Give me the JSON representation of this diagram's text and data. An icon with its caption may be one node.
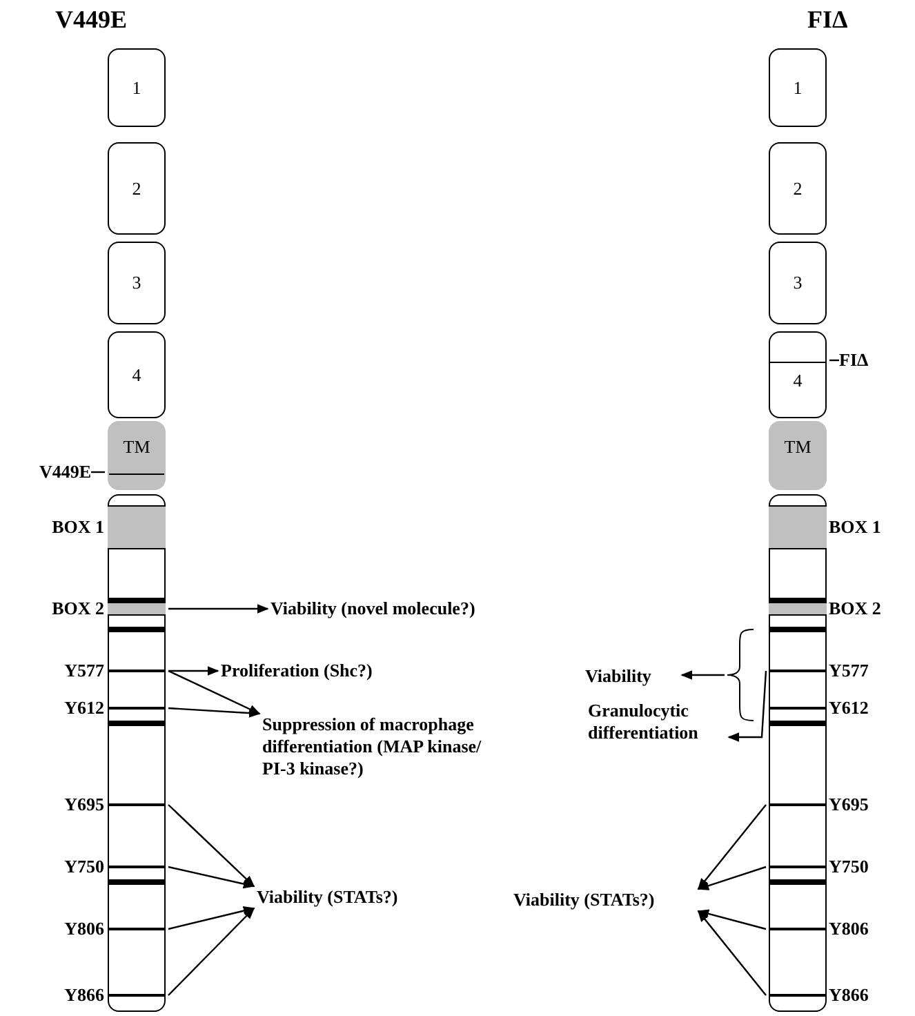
{
  "diagram": {
    "nodes": [
      {
        "text": [
          "1"
        ]
      },
      {
        "text": [
          "2"
        ]
      },
      {
        "text": [
          "3"
        ]
      },
      {
        "text": [
          "4"
        ]
      },
      {
        "text": [
          "TM"
        ]
      },
      {
        "text": [
          "V449E"
        ]
      },
      {
        "text": [],
        "shape": "bar"
      },
      {
        "text": [
          "BOX 1"
        ],
        "in": 6
      },
      {
        "text": [
          "BOX 2"
        ],
        "in": 6
      },
      {
        "text": [
          "Y577"
        ],
        "in": 6
      },
      {
        "text": [
          "Y612"
        ],
        "in": 6
      },
      {
        "text": [
          "Y695"
        ],
        "in": 6
      },
      {
        "text": [
          "Y750"
        ],
        "in": 6
      },
      {
        "text": [
          "Y806"
        ],
        "in": 6
      },
      {
        "text": [
          "Y866"
        ],
        "in": 6
      },
      {
        "text": [
          "Viability (novel molecule?)"
        ]
      },
      {
        "text": [
          "Proliferation (Shc?)"
        ]
      },
      {
        "text": [
          "Suppression of macrophage differentiation (MAP kinase/ PI-3 kinase?)"
        ]
      },
      {
        "text": [
          "Viability (STATs?)"
        ]
      },
      {
        "text": [
          "1"
        ]
      },
      {
        "text": [
          "2"
        ]
      },
      {
        "text": [
          "3"
        ]
      },
      {
        "text": [
          "4"
        ]
      },
      {
        "text": [
          "FIΔ"
        ]
      },
      {
        "text": [
          "TM"
        ]
      },
      {
        "text": [],
        "shape": "bar"
      },
      {
        "text": [
          "BOX 1"
        ],
        "in": 25
      },
      {
        "text": [
          "BOX 2"
        ],
        "in": 25
      },
      {
        "text": [
          "Y577"
        ],
        "in": 25
      },
      {
        "text": [
          "Y612"
        ],
        "in": 25
      },
      {
        "text": [
          "Y695"
        ],
        "in": 25
      },
      {
        "text": [
          "Y750"
        ],
        "in": 25
      },
      {
        "text": [
          "Y806"
        ],
        "in": 25
      },
      {
        "text": [
          "Y866"
        ],
        "in": 25
      },
      {
        "text": [],
        "shape": "brace"
      },
      {
        "text": [
          "Viability"
        ]
      },
      {
        "text": [
          "Granulocytic differentiation"
        ]
      },
      {
        "text": [
          "Viability (STATs?)"
        ]
      }
    ],
    "edges": [
      {
        "from": 5,
        "to": 4,
        "arrow": "none"
      },
      {
        "from": 8,
        "to": 15,
        "arrow": "to"
      },
      {
        "from": 9,
        "to": 16,
        "arrow": "to"
      },
      {
        "from": 9,
        "to": 17,
        "arrow": "to"
      },
      {
        "from": 10,
        "to": 17,
        "arrow": "to"
      },
      {
        "from": 11,
        "to": 18,
        "arrow": "to"
      },
      {
        "from": 12,
        "to": 18,
        "arrow": "to"
      },
      {
        "from": 13,
        "to": 18,
        "arrow": "to"
      },
      {
        "from": 14,
        "to": 18,
        "arrow": "to"
      },
      {
        "from": 23,
        "to": 22,
        "arrow": "none"
      },
      {
        "from": 34,
        "to": 35,
        "arrow": "to"
      },
      {
        "from": 28,
        "to": 36,
        "arrow": "to"
      },
      {
        "from": 30,
        "to": 37,
        "arrow": "to"
      },
      {
        "from": 31,
        "to": 37,
        "arrow": "to"
      },
      {
        "from": 32,
        "to": 37,
        "arrow": "to"
      },
      {
        "from": 33,
        "to": 37,
        "arrow": "to"
      }
    ],
    "labels": [
      "V449E",
      "FIΔ"
    ]
  }
}
